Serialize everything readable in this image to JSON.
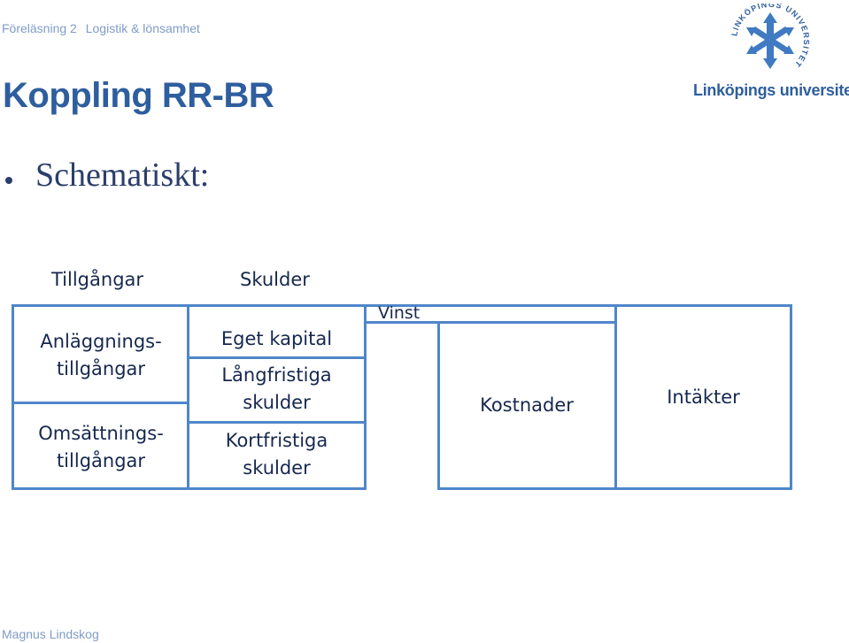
{
  "header": {
    "course": "Föreläsning 2",
    "topic": "Logistik & lönsamhet"
  },
  "slide": {
    "title": "Koppling RR-BR",
    "bullet": "Schematiskt:"
  },
  "diagram": {
    "assets_heading": "Tillgångar",
    "liabilities_heading": "Skulder",
    "fixed_assets_line1": "Anläggnings-",
    "fixed_assets_line2": "tillgångar",
    "current_assets_line1": "Omsättnings-",
    "current_assets_line2": "tillgångar",
    "equity": "Eget kapital",
    "long_term_line1": "Långfristiga",
    "long_term_line2": "skulder",
    "short_term_line1": "Kortfristiga",
    "short_term_line2": "skulder",
    "profit": "Vinst",
    "costs": "Kostnader",
    "revenues": "Intäkter"
  },
  "logo": {
    "name": "Linköpings universitet",
    "ring_text": "LINKÖPINGS UNIVERSITET"
  },
  "footer": {
    "author": "Magnus Lindskog"
  },
  "colors": {
    "accent": "#2e5e9e",
    "box_border": "#4f86c9",
    "text": "#16284f",
    "muted": "#7f9bc8"
  }
}
